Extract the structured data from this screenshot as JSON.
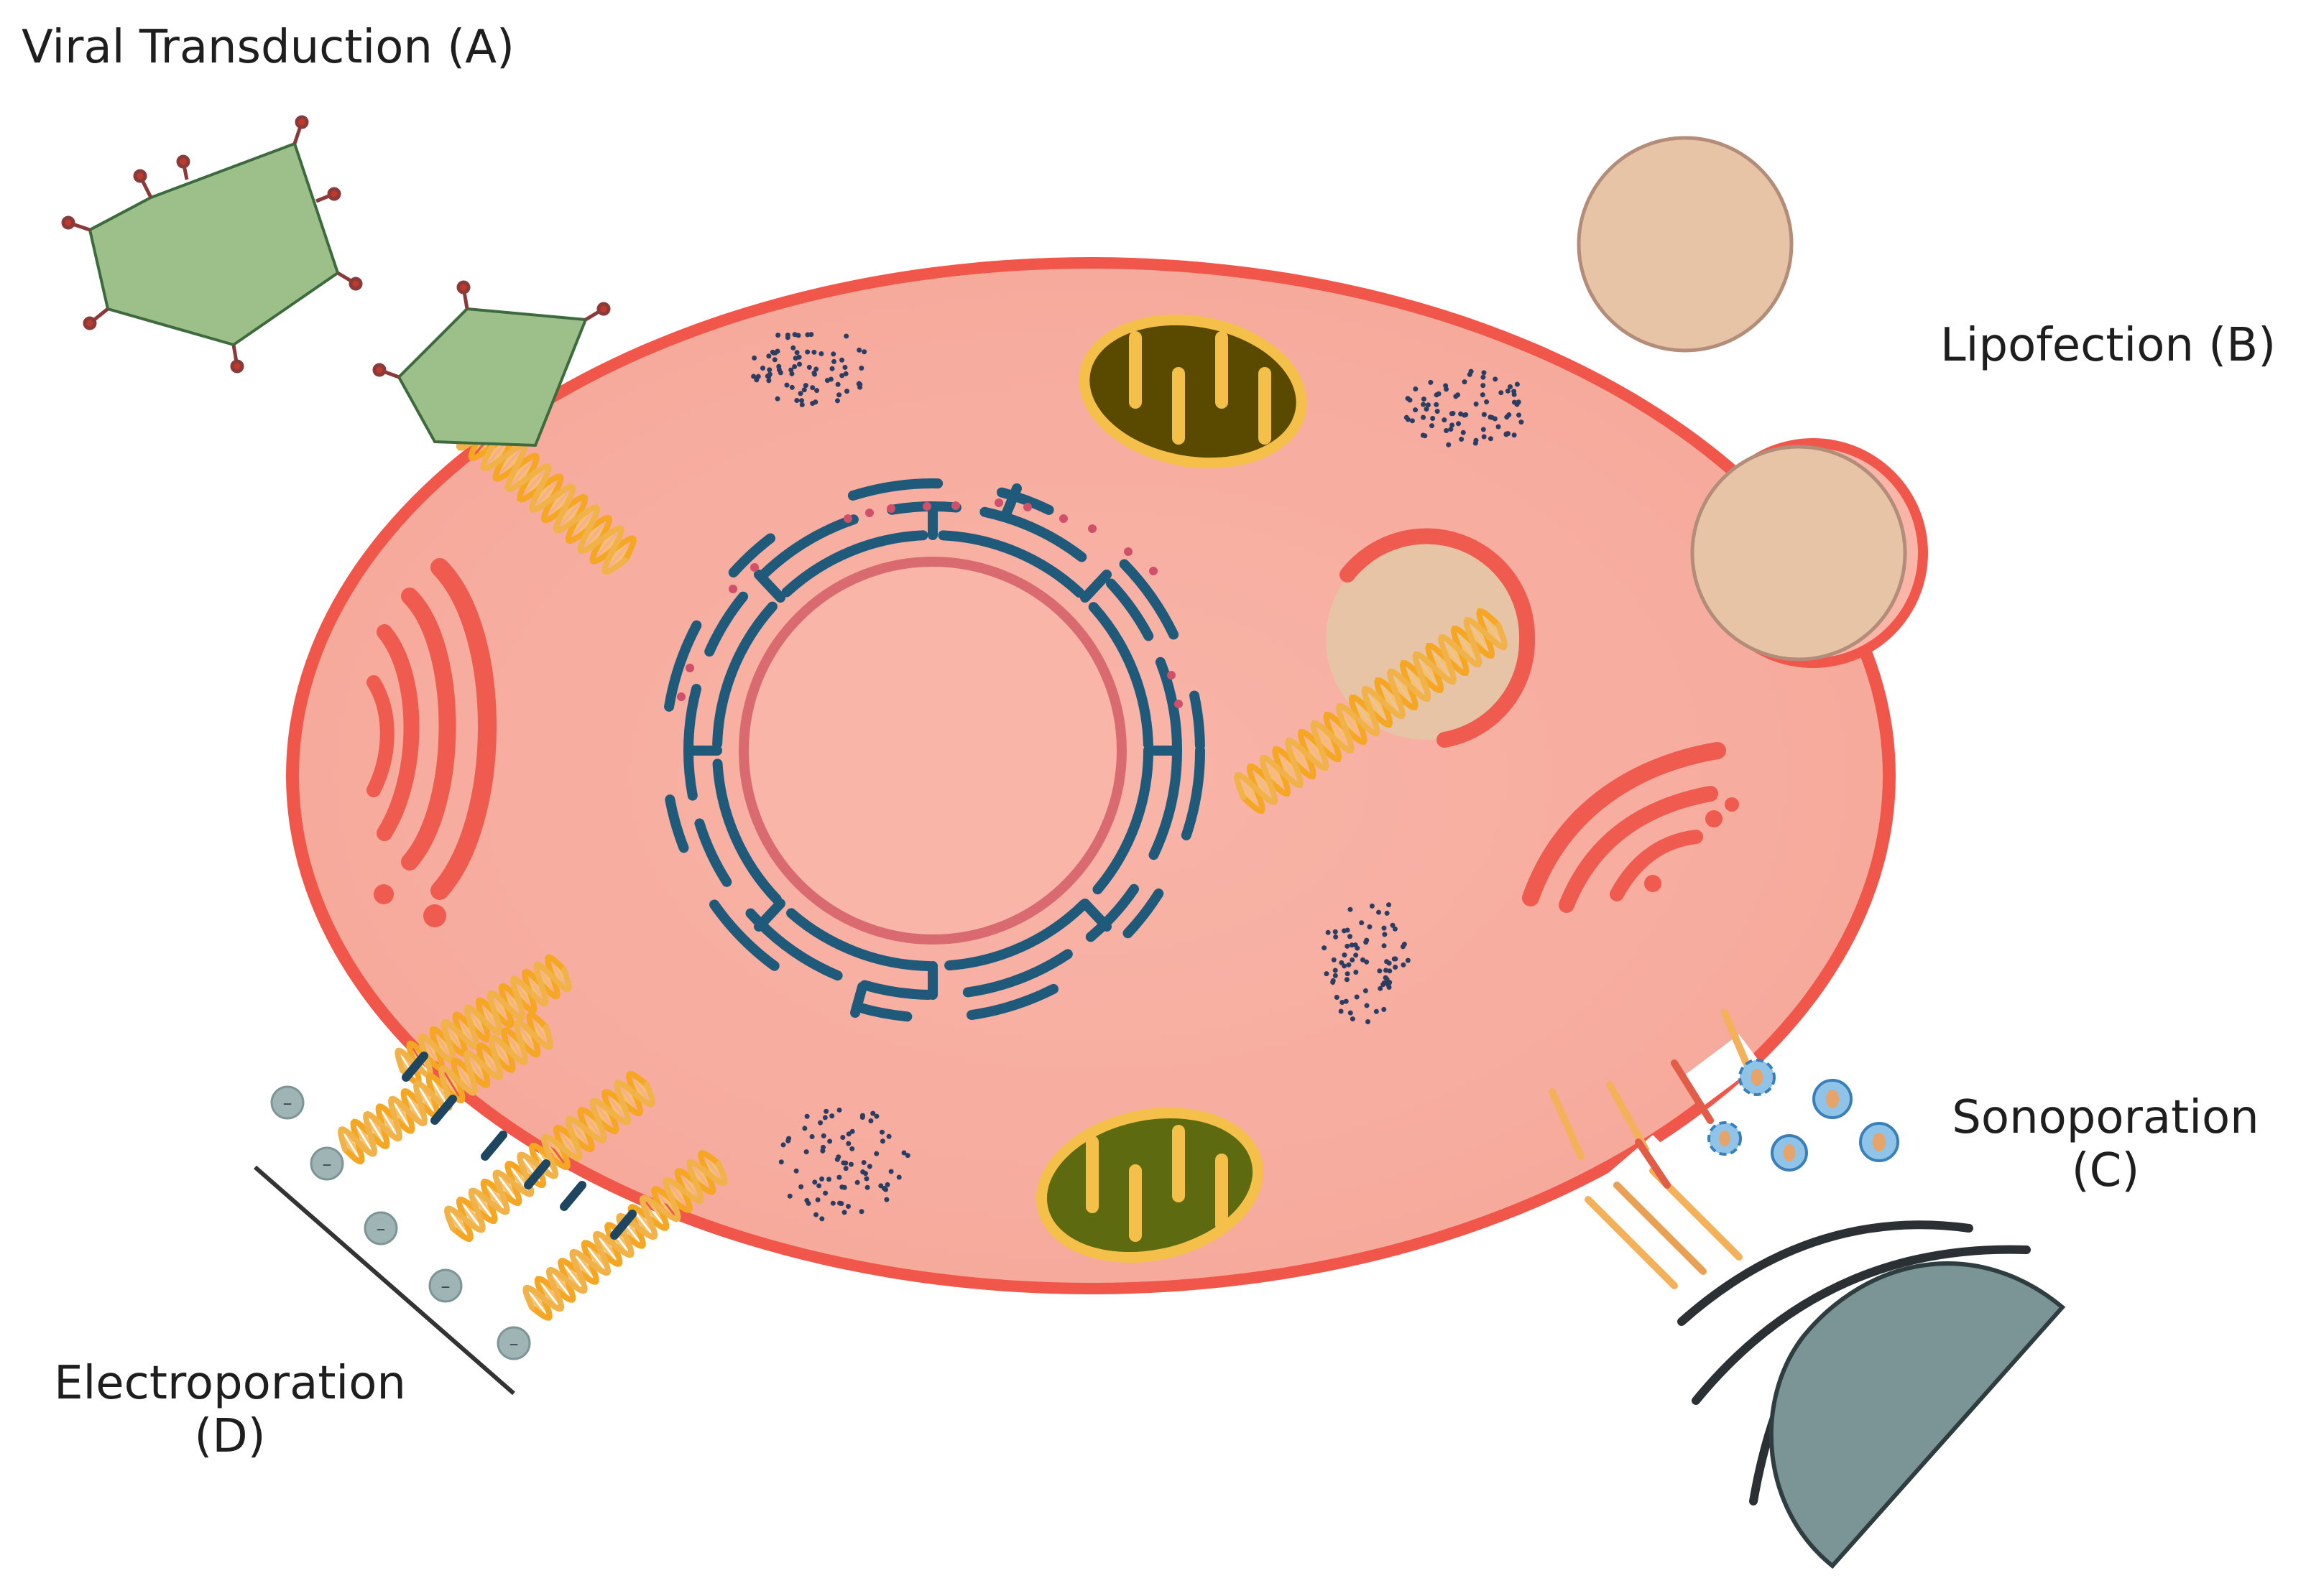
{
  "labels": {
    "viral": "Viral Transduction (A)",
    "lipofection": "Lipofection (B)",
    "sonoporation_1": "Sonoporation",
    "sonoporation_2": "(C)",
    "electroporation_1": "Electroporation",
    "electroporation_2": "(D)",
    "ion_sign": "–"
  },
  "colors": {
    "cytoplasm": "#f8b4a6",
    "membrane": "#f0574a",
    "organelle_red": "#ef5b4f",
    "er": "#1f5a7a",
    "capsid": "#9dc08b",
    "liposome": "#e8c4a6",
    "dna": "#f5a623",
    "mito_outer": "#f5c04a",
    "mito_inner": "#5a4a00",
    "mito_inner_2": "#5d6a10",
    "transducer": "#7b9596",
    "microbubble": "#8fc3e8",
    "ion": "#9fb4b4"
  }
}
